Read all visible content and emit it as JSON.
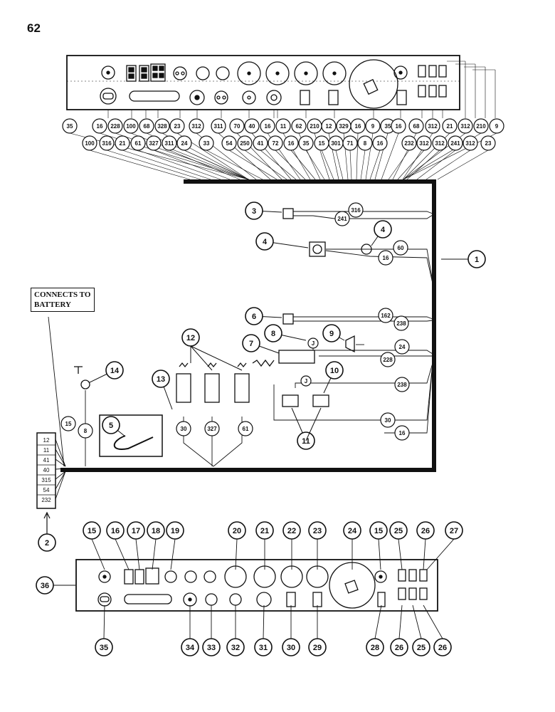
{
  "page_number": "62",
  "battery_label_line1": "CONNECTS TO",
  "battery_label_line2": "BATTERY",
  "upper_wire_labels_row1": [
    "35",
    "16",
    "228",
    "100",
    "68",
    "328",
    "23",
    "312",
    "311",
    "70",
    "40",
    "16",
    "11",
    "62",
    "210",
    "12",
    "329",
    "16",
    "9",
    "35",
    "16",
    "68",
    "312",
    "21",
    "312",
    "210",
    "9"
  ],
  "upper_wire_labels_row2": [
    "100",
    "316",
    "21",
    "61",
    "327",
    "311",
    "24",
    "33",
    "54",
    "250",
    "41",
    "72",
    "16",
    "35",
    "15",
    "301",
    "71",
    "8",
    "16",
    "232",
    "312",
    "312",
    "241",
    "312",
    "23"
  ],
  "harness_wires": {
    "w316": "316",
    "w241": "241",
    "w60": "60",
    "w16a": "16",
    "w162": "162",
    "w238a": "238",
    "w24": "24",
    "w228": "228",
    "w238b": "238",
    "w30a": "30",
    "w16b": "16",
    "w30b": "30",
    "w327": "327",
    "w61": "61",
    "w15": "15",
    "w8": "8",
    "j1": "J",
    "j2": "J"
  },
  "connector_block_labels": [
    "12",
    "11",
    "41",
    "40",
    "315",
    "54",
    "232"
  ],
  "callouts": {
    "c1": "1",
    "c2": "2",
    "c3": "3",
    "c4a": "4",
    "c4b": "4",
    "c5": "5",
    "c6": "6",
    "c7": "7",
    "c8": "8",
    "c9": "9",
    "c10": "10",
    "c11": "11",
    "c12": "12",
    "c13": "13",
    "c14": "14"
  },
  "panel_callouts_top": [
    "15",
    "16",
    "17",
    "18",
    "19",
    "20",
    "21",
    "22",
    "23",
    "24",
    "15",
    "25",
    "26",
    "27"
  ],
  "panel_callouts_bottom": [
    "35",
    "34",
    "33",
    "32",
    "31",
    "30",
    "29",
    "28",
    "26",
    "25",
    "26"
  ],
  "panel_callout_left": "36"
}
